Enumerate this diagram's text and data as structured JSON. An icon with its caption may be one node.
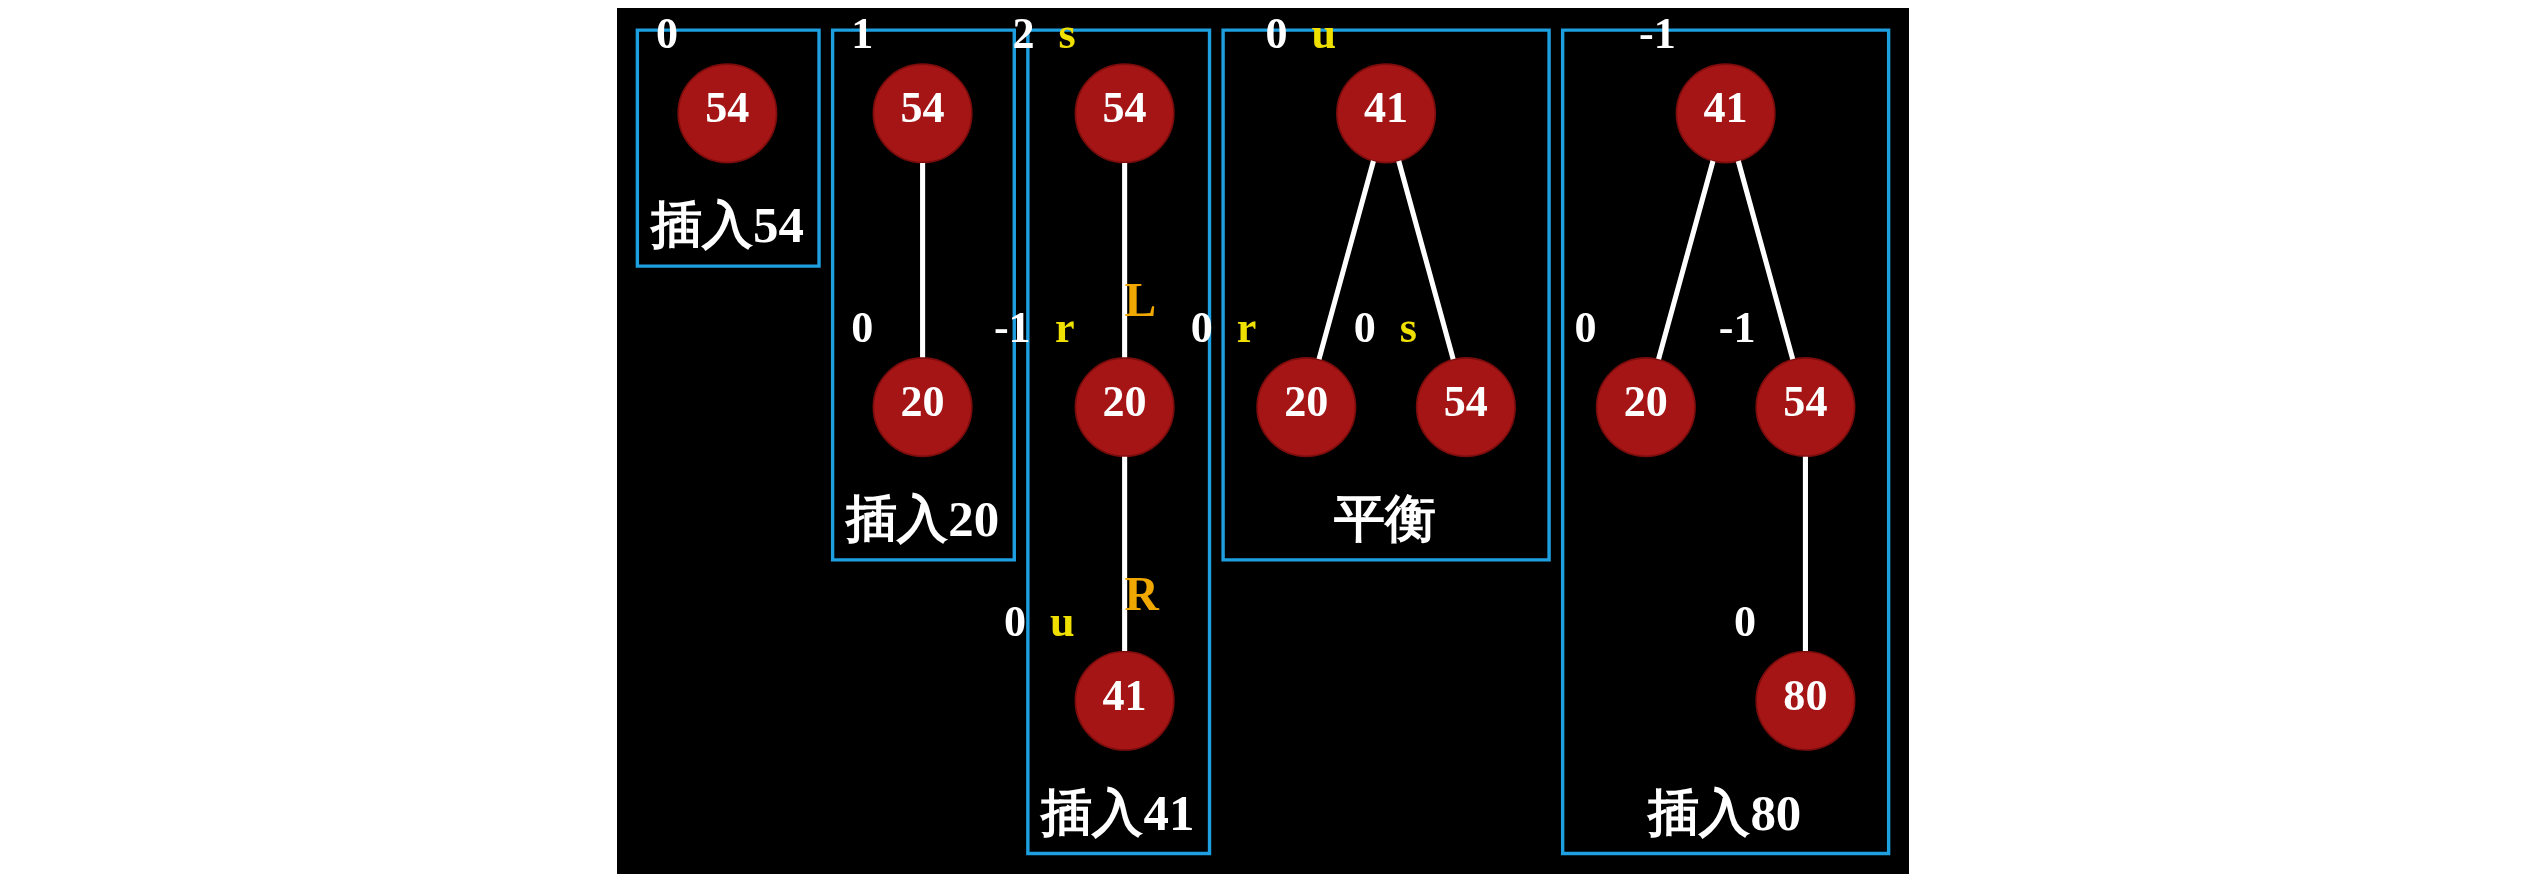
{
  "diagram": {
    "nodes": [
      {
        "text": [
          "插入54"
        ]
      },
      {
        "text": [
          "54"
        ],
        "in": 0,
        "beside": [
          "0"
        ]
      },
      {
        "text": [
          "插入20"
        ]
      },
      {
        "text": [
          "54"
        ],
        "in": 2,
        "beside": [
          "1"
        ]
      },
      {
        "text": [
          "20"
        ],
        "in": 2,
        "beside": [
          "0"
        ]
      },
      {
        "text": [
          "插入41"
        ]
      },
      {
        "text": [
          "54"
        ],
        "in": 5,
        "beside": [
          "2",
          "s"
        ]
      },
      {
        "text": [
          "20"
        ],
        "in": 5,
        "beside": [
          "-1",
          "r"
        ]
      },
      {
        "text": [
          "41"
        ],
        "in": 5,
        "beside": [
          "0",
          "u"
        ]
      },
      {
        "text": [
          "平衡"
        ]
      },
      {
        "text": [
          "41"
        ],
        "in": 9,
        "beside": [
          "0",
          "u"
        ]
      },
      {
        "text": [
          "20"
        ],
        "in": 9,
        "beside": [
          "0",
          "r"
        ]
      },
      {
        "text": [
          "54"
        ],
        "in": 9,
        "beside": [
          "0",
          "s"
        ]
      },
      {
        "text": [
          "插入80"
        ]
      },
      {
        "text": [
          "41"
        ],
        "in": 13,
        "beside": [
          "-1"
        ]
      },
      {
        "text": [
          "20"
        ],
        "in": 13,
        "beside": [
          "0"
        ]
      },
      {
        "text": [
          "54"
        ],
        "in": 13,
        "beside": [
          "-1"
        ]
      },
      {
        "text": [
          "80"
        ],
        "in": 13,
        "beside": [
          "0"
        ]
      }
    ],
    "edges": [
      {
        "from": 3,
        "to": 4,
        "arrow": "none"
      },
      {
        "from": 6,
        "to": 7,
        "arrow": "none",
        "label": "L"
      },
      {
        "from": 7,
        "to": 8,
        "arrow": "none",
        "label": "R"
      },
      {
        "from": 10,
        "to": 11,
        "arrow": "none"
      },
      {
        "from": 10,
        "to": 12,
        "arrow": "none"
      },
      {
        "from": 14,
        "to": 15,
        "arrow": "none"
      },
      {
        "from": 14,
        "to": 16,
        "arrow": "none"
      },
      {
        "from": 16,
        "to": 17,
        "arrow": "none"
      }
    ]
  }
}
